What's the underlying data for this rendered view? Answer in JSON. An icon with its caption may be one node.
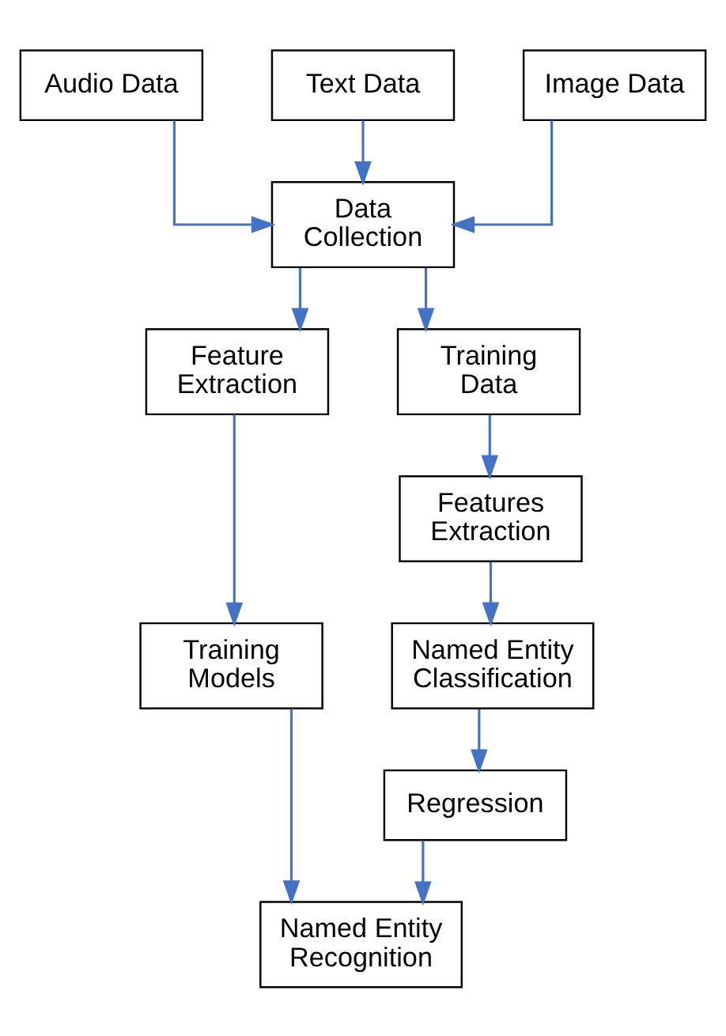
{
  "diagram": {
    "nodes": [
      {
        "text": [
          "Audio Data"
        ]
      },
      {
        "text": [
          "Text Data"
        ]
      },
      {
        "text": [
          "Image Data"
        ]
      },
      {
        "text": [
          "Data Collection"
        ]
      },
      {
        "text": [
          "Feature Extraction"
        ]
      },
      {
        "text": [
          "Training Data"
        ]
      },
      {
        "text": [
          "Features Extraction"
        ]
      },
      {
        "text": [
          "Training Models"
        ]
      },
      {
        "text": [
          "Named Entity Classification"
        ]
      },
      {
        "text": [
          "Regression"
        ]
      },
      {
        "text": [
          "Named Entity Recognition"
        ]
      }
    ],
    "edges": [
      {
        "from": 0,
        "to": 3,
        "arrow": "to"
      },
      {
        "from": 1,
        "to": 3,
        "arrow": "to"
      },
      {
        "from": 2,
        "to": 3,
        "arrow": "to"
      },
      {
        "from": 3,
        "to": 4,
        "arrow": "to"
      },
      {
        "from": 3,
        "to": 5,
        "arrow": "to"
      },
      {
        "from": 4,
        "to": 7,
        "arrow": "to"
      },
      {
        "from": 5,
        "to": 6,
        "arrow": "to"
      },
      {
        "from": 6,
        "to": 8,
        "arrow": "to"
      },
      {
        "from": 8,
        "to": 9,
        "arrow": "to"
      },
      {
        "from": 7,
        "to": 10,
        "arrow": "to"
      },
      {
        "from": 9,
        "to": 10,
        "arrow": "to"
      }
    ]
  }
}
